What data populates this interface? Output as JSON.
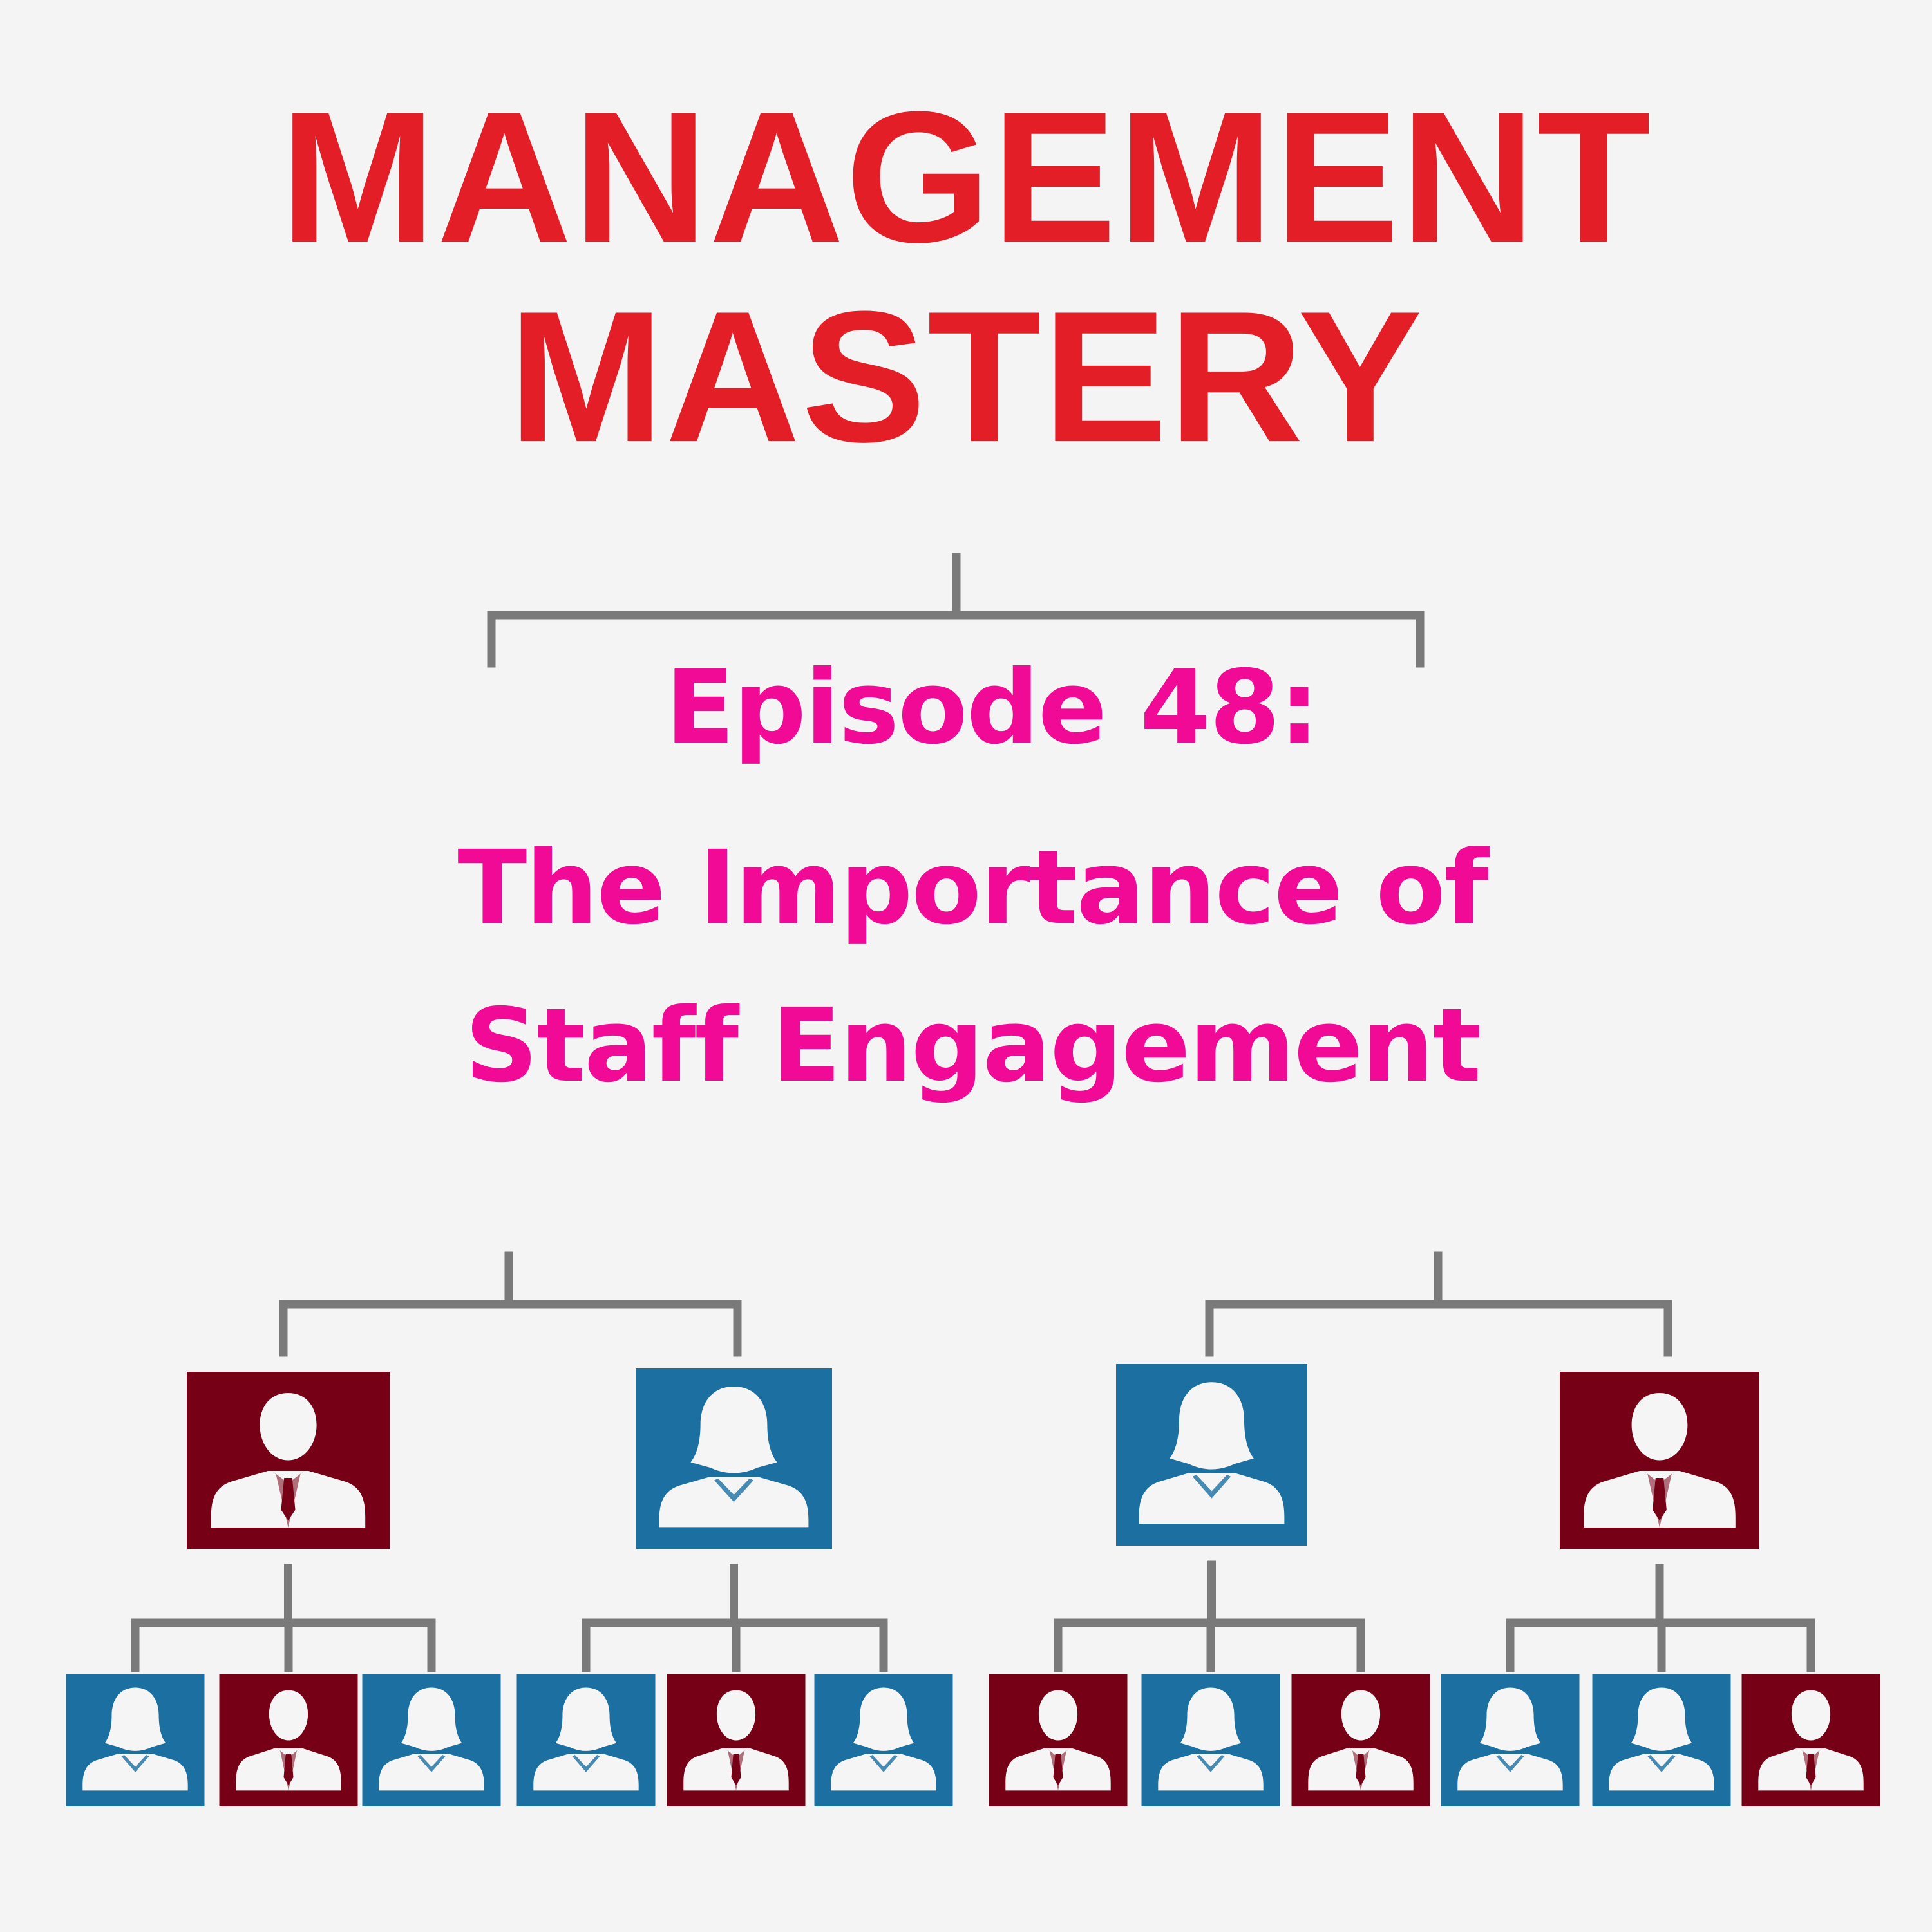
{
  "title": {
    "line1": "MANAGEMENT",
    "line2": "MASTERY"
  },
  "episode": {
    "label": "Episode 48:",
    "title_line1": "The Importance of",
    "title_line2": "Staff Engagement"
  },
  "colors": {
    "title": "#e31e26",
    "episode_text": "#f00a96",
    "connector": "#7a7a7a",
    "male_tile": "#760015",
    "female_tile": "#1b6fa1",
    "silhouette": "#f5f5f5"
  },
  "org_chart": {
    "managers": [
      {
        "role": "male-manager",
        "reports": [
          "female",
          "male",
          "female"
        ]
      },
      {
        "role": "female-manager",
        "reports": [
          "female",
          "male",
          "female"
        ]
      },
      {
        "role": "female-manager",
        "reports": [
          "male",
          "female",
          "male"
        ]
      },
      {
        "role": "male-manager",
        "reports": [
          "female",
          "female",
          "male"
        ]
      }
    ]
  }
}
